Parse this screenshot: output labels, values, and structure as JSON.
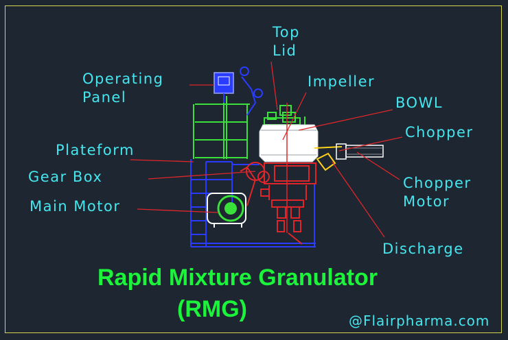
{
  "labels": {
    "top_lid_line1": "Top",
    "top_lid_line2": "Lid",
    "impeller": "Impeller",
    "bowl": "BOWL",
    "chopper": "Chopper",
    "chopper_motor_line1": "Chopper",
    "chopper_motor_line2": "Motor",
    "discharge": "Discharge",
    "operating_panel_line1": "Operating",
    "operating_panel_line2": "Panel",
    "plateform": "Plateform",
    "gear_box": "Gear Box",
    "main_motor": "Main Motor"
  },
  "title": {
    "line1": "Rapid Mixture Granulator",
    "line2": "(RMG)"
  },
  "watermark": "@Flairpharma.com",
  "colors": {
    "background": "#1d2631",
    "frame": "#d6d650",
    "label_text": "#46e6ef",
    "title_text": "#1bf43b",
    "leader_line": "#e0262a",
    "structure_blue": "#2a3cff",
    "structure_green": "#39e13a",
    "machine_white": "#ffffff"
  }
}
